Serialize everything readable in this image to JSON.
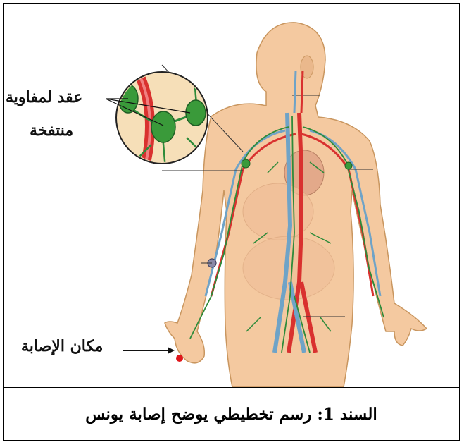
{
  "labels": {
    "swollen_nodes_line1": "عقد لمفاوية",
    "swollen_nodes_line2": "منتفخة",
    "injury_site": "مكان الإصابة"
  },
  "caption": {
    "prefix": "السند",
    "number": "1",
    "text": ": رسم تخطيطي يوضح إصابة يونس"
  },
  "colors": {
    "skin": "#f4c9a0",
    "skin_outline": "#c9965f",
    "artery": "#d9312f",
    "vein": "#6fa3c7",
    "lymph": "#2e8b3a",
    "injury": "#e0161b"
  }
}
